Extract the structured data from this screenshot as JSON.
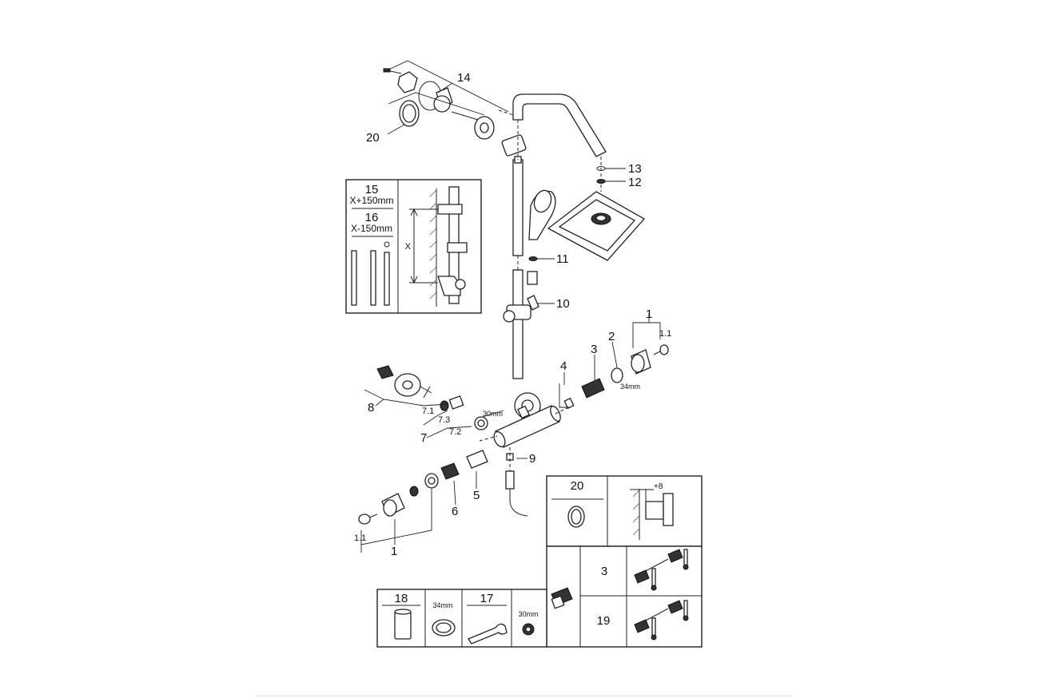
{
  "labels": {
    "l14": "14",
    "l20": "20",
    "l13": "13",
    "l12": "12",
    "l11": "11",
    "l10": "10",
    "l1_top": "1",
    "l1_1_top": "1.1",
    "l2": "2",
    "l3": "3",
    "l4": "4",
    "mm34_top": "34mm",
    "l8": "8",
    "l7": "7",
    "l7_1": "7.1",
    "l7_2": "7.2",
    "l7_3": "7.3",
    "mm30_top": "30mm",
    "l9": "9",
    "l5": "5",
    "l6": "6",
    "l1_bottom": "1",
    "l1_1_bottom": "1.1"
  },
  "inset_rails": {
    "p15": "15",
    "p15_len": "X+150mm",
    "p16": "16",
    "p16_len": "X-150mm",
    "x_dim": "X"
  },
  "inset_20": {
    "p20": "20",
    "offset": "+8"
  },
  "inset_cartridge": {
    "p3": "3",
    "p19": "19"
  },
  "inset_tools": {
    "p18": "18",
    "mm34": "34mm",
    "p17": "17",
    "mm30": "30mm"
  }
}
